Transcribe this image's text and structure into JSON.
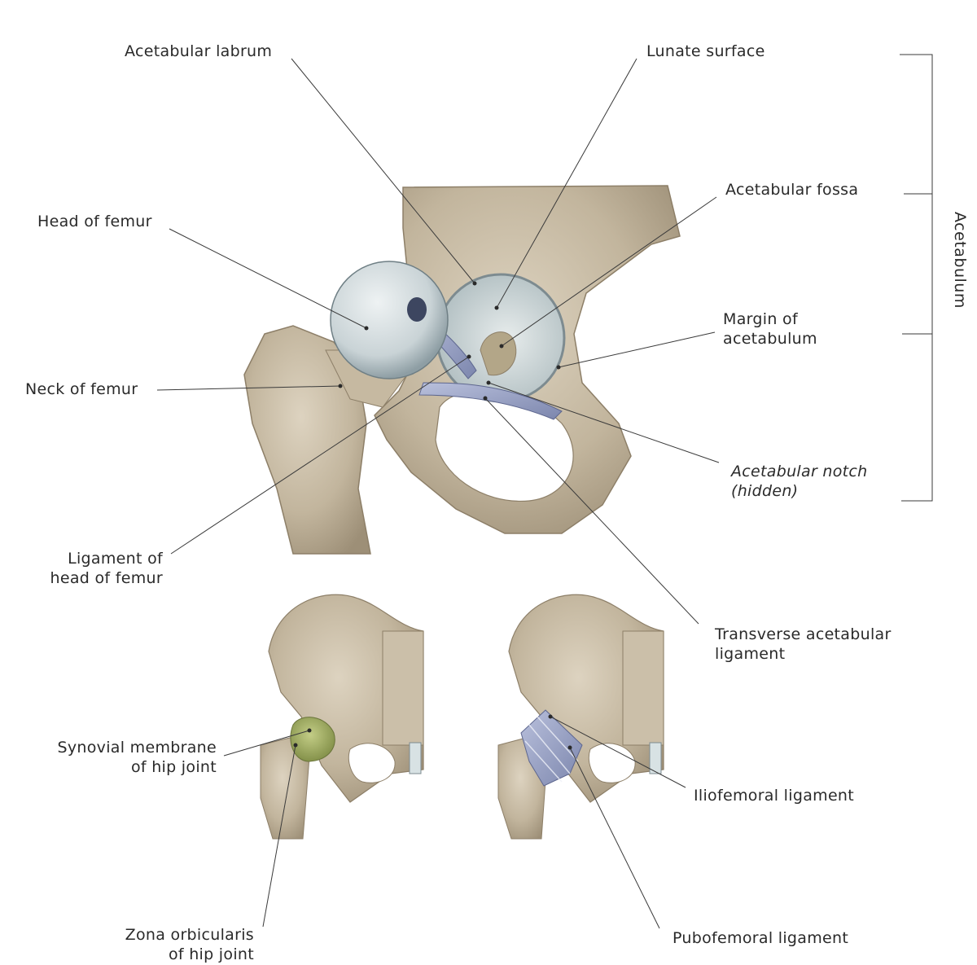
{
  "labels": {
    "acetabular_labrum": "Acetabular labrum",
    "lunate_surface": "Lunate surface",
    "acetabular_fossa": "Acetabular fossa",
    "head_of_femur": "Head of femur",
    "margin_of_acetabulum": [
      "Margin of",
      "acetabulum"
    ],
    "neck_of_femur": "Neck of femur",
    "acetabular_notch": [
      "Acetabular notch",
      "(hidden)"
    ],
    "ligament_of_head": [
      "Ligament of",
      "head of femur"
    ],
    "transverse_acetabular_ligament": [
      "Transverse acetabular",
      "ligament"
    ],
    "synovial_membrane": [
      "Synovial membrane",
      "of hip joint"
    ],
    "iliofemoral_ligament": "Iliofemoral ligament",
    "zona_orbicularis": [
      "Zona orbicularis",
      "of hip joint"
    ],
    "pubofemoral_ligament": "Pubofemoral ligament",
    "acetabulum_bracket": "Acetabulum"
  },
  "colors": {
    "bone": "#cbbfa9",
    "bone_dark": "#8d7f68",
    "cartilage": "#d8e2e4",
    "ligament": "#9aa3c4",
    "synovial": "#a8b46a",
    "leader_line": "#3a3a3a"
  }
}
